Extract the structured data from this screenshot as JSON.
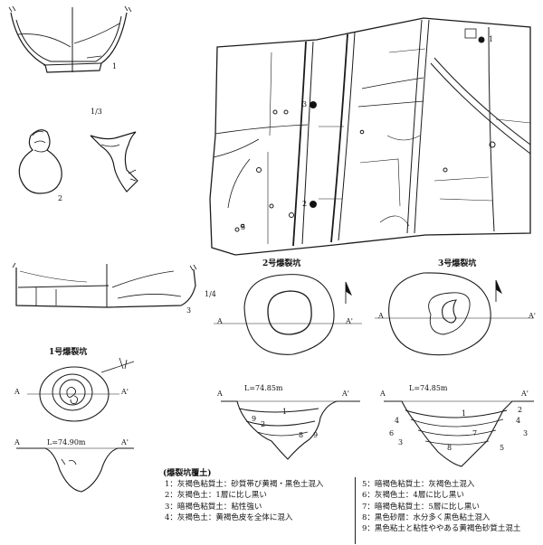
{
  "figure_labels": {
    "scale_upper": "1/3",
    "scale_lower": "1/4",
    "artifact_1": "1",
    "artifact_2": "2",
    "artifact_3": "3",
    "map_marker_1": "1",
    "map_marker_2": "2",
    "map_marker_3": "3",
    "map_marker_5": "5"
  },
  "pit_1": {
    "title": "1号爆裂坑",
    "a_left": "A",
    "a_right": "A'",
    "a_left_section": "A",
    "a_right_section": "A'",
    "elevation": "L=74.90m"
  },
  "pit_2": {
    "title": "2号爆裂坑",
    "a_left": "A",
    "a_right": "A'",
    "a_left_section": "A",
    "a_right_section": "A'",
    "elevation": "L=74.85m",
    "layers": [
      "1",
      "2",
      "8",
      "9",
      "9"
    ]
  },
  "pit_3": {
    "title": "3号爆裂坑",
    "a_left": "A",
    "a_right": "A'",
    "a_left_section": "A",
    "a_right_section": "A'",
    "elevation": "L=74.85m",
    "layers": [
      "1",
      "2",
      "3",
      "4",
      "5",
      "6",
      "7",
      "8",
      "3",
      "4"
    ]
  },
  "legend": {
    "title": "(爆裂坑覆土)",
    "left": [
      "1：灰褐色粘質土：砂質帯び黄褐・黒色土混入",
      "2：灰褐色土：1層に比し黒い",
      "3：暗褐色粘質土：粘性強い",
      "4：灰褐色土：黄褐色皮を全体に混入"
    ],
    "right": [
      "5：暗褐色粘質土：灰褐色土混入",
      "6：灰褐色土：4層に比し黒い",
      "7：暗褐色粘質土：5層に比し黒い",
      "8：黒色砂層：水分多く黒色粘土混入",
      "9：黒色粘土と粘性ややある黄褐色砂質土混土"
    ]
  }
}
